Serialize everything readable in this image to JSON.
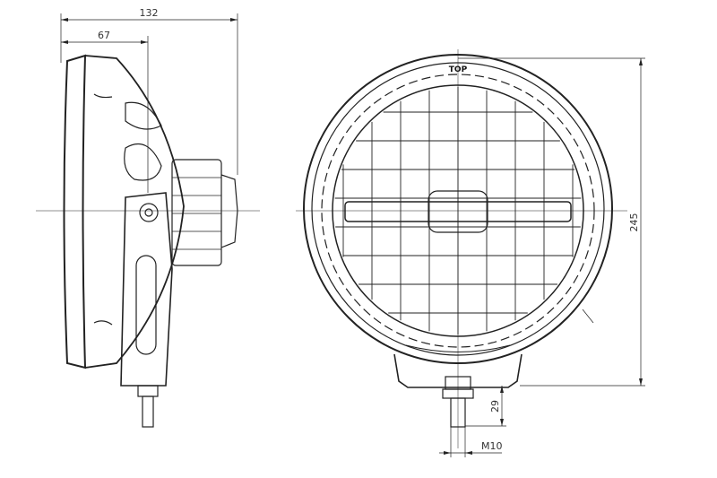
{
  "dimensions": {
    "overall_depth": "132",
    "bracket_depth": "67",
    "height": "245",
    "stud_length": "29",
    "thread": "M10"
  },
  "front_marking": "TOP",
  "line_color": "#222222"
}
